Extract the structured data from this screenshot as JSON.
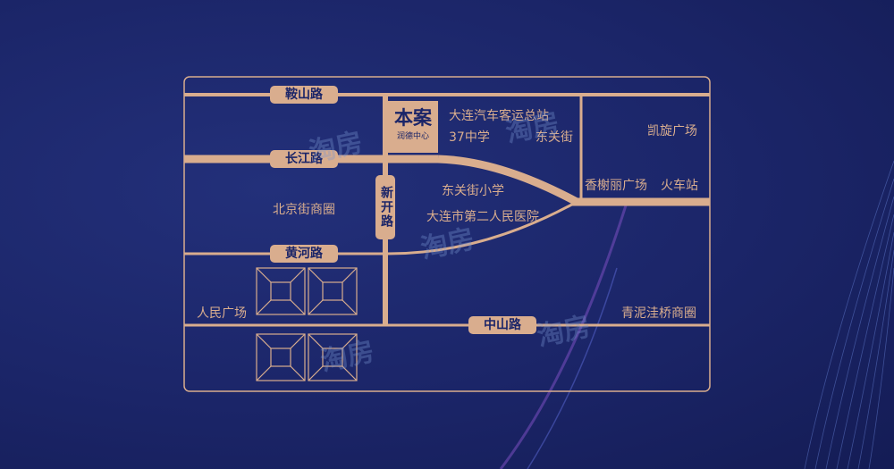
{
  "map": {
    "project": {
      "title": "本案",
      "subtitle": "润德中心"
    },
    "roads": {
      "anshan": "鞍山路",
      "changjiang": "长江路",
      "xinkai": "新开路",
      "huanghe": "黄河路",
      "zhongshan": "中山路"
    },
    "pois": {
      "bus_station": "大连汽车客运总站",
      "school37": "37中学",
      "dongguan_street": "东关街",
      "kaixuan_square": "凯旋广场",
      "xiangxieli_square": "香榭丽广场",
      "train_station": "火车站",
      "dongguan_primary": "东关街小学",
      "second_hospital": "大连市第二人民医院",
      "beijing_street": "北京街商圈",
      "renmin_square": "人民广场",
      "qingniwaqiao": "青泥洼桥商圈"
    },
    "watermark": "淘房",
    "colors": {
      "background": "#1b2568",
      "road": "#d9ad8e",
      "text": "#d9ad8e"
    }
  }
}
